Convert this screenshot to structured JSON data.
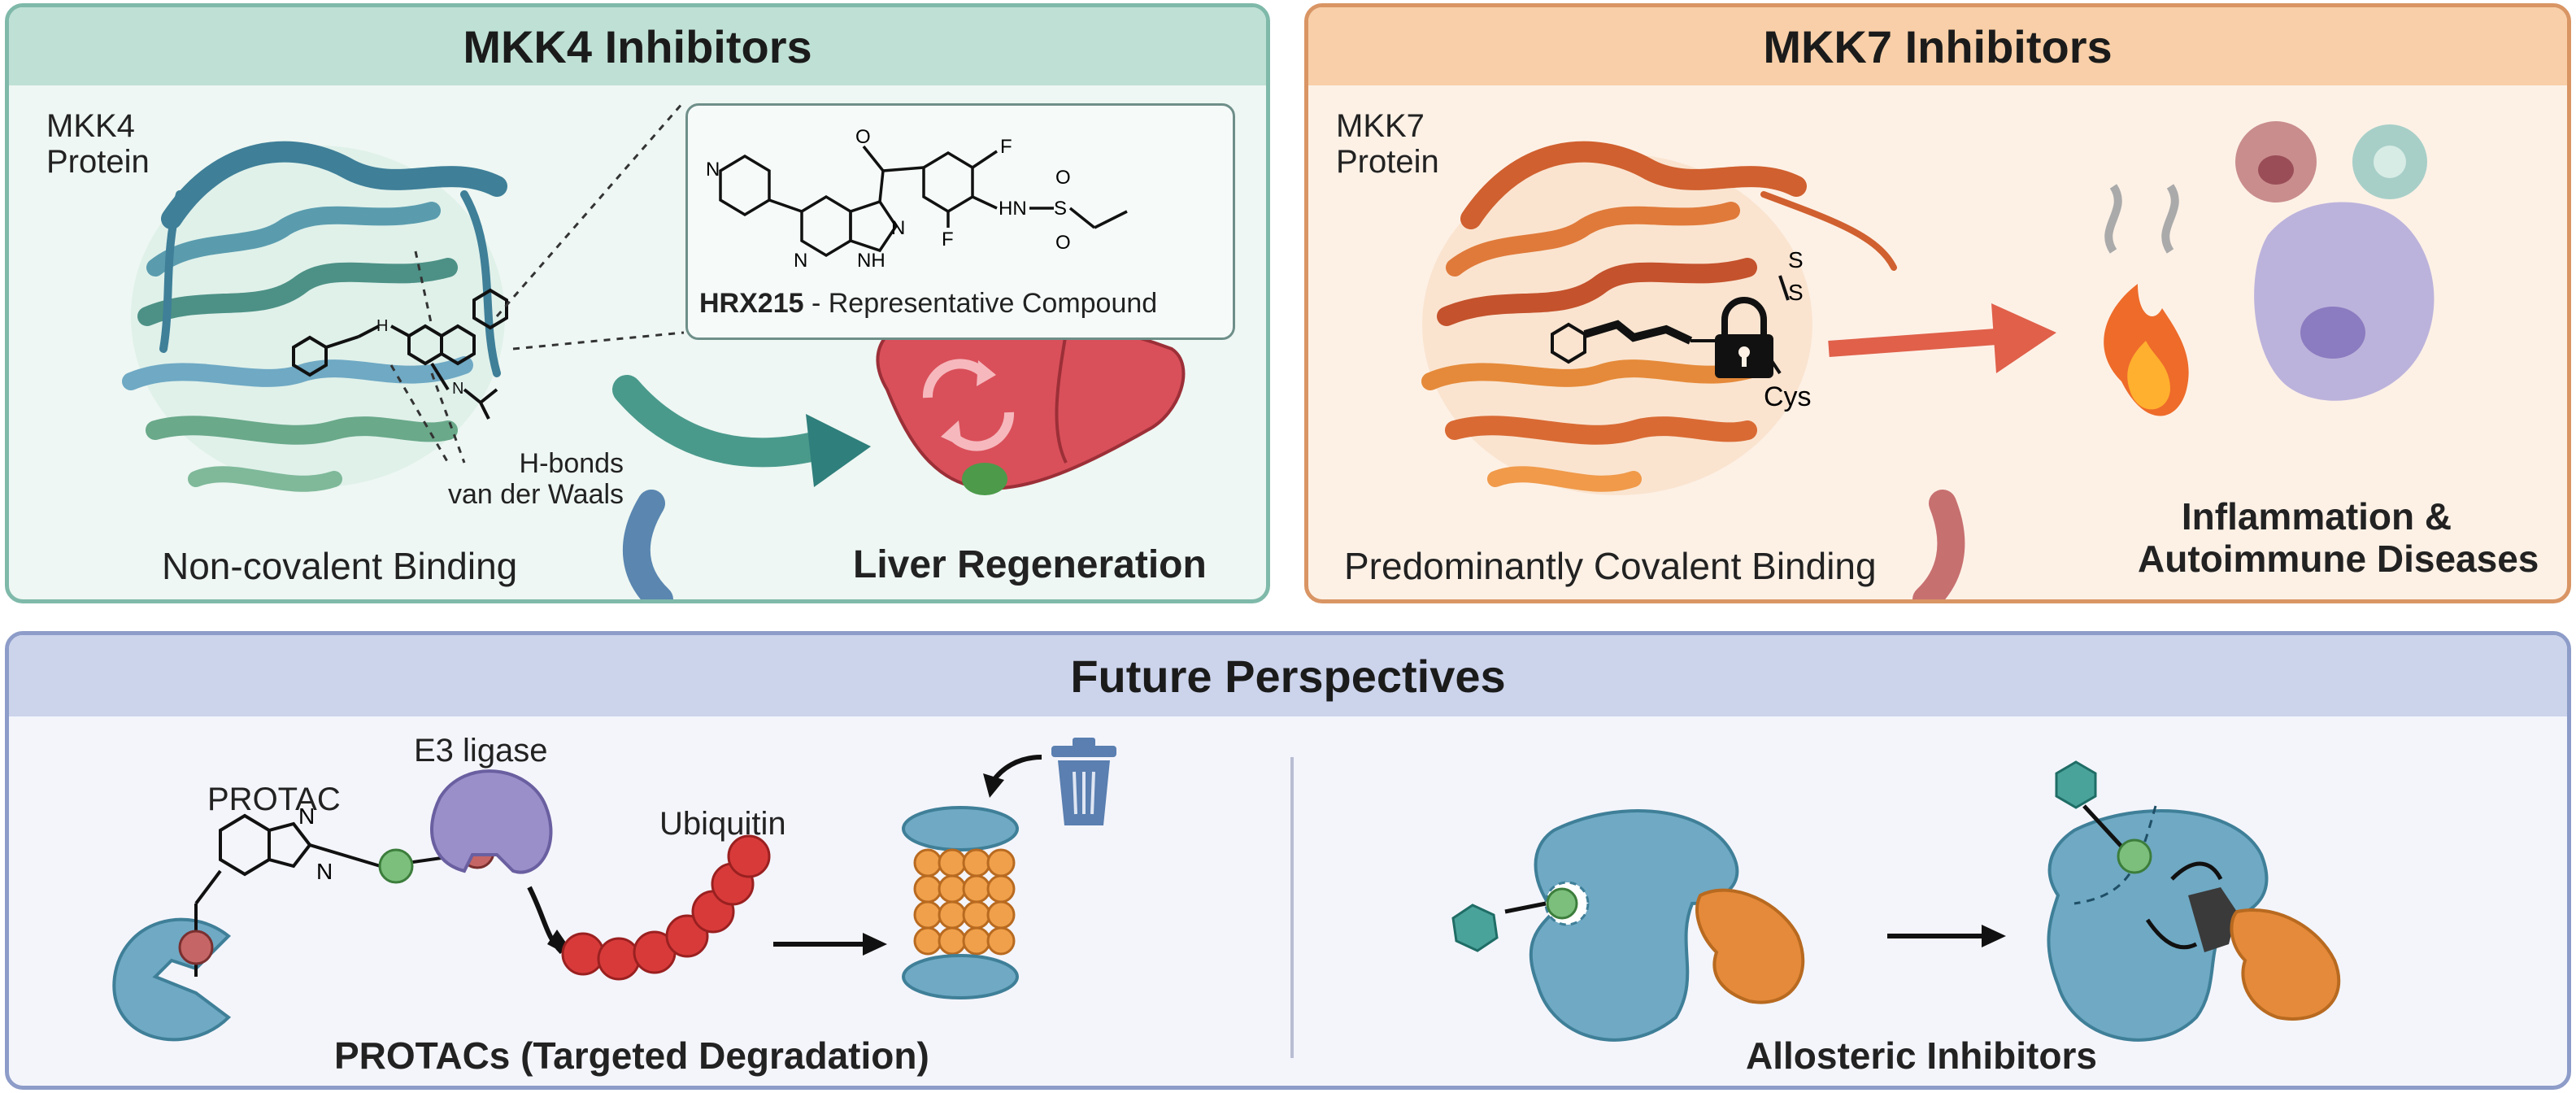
{
  "mkk4": {
    "title": "MKK4 Inhibitors",
    "protein_label_line1": "MKK4",
    "protein_label_line2": "Protein",
    "binding": "Non-covalent Binding",
    "interaction_line1": "H-bonds",
    "interaction_line2": "van der Waals",
    "compound_name": "HRX215",
    "compound_desc": " - Representative Compound",
    "outcome": "Liver Regeneration",
    "atoms": {
      "n": "N",
      "o": "O",
      "s": "S",
      "f": "F",
      "nh": "NH",
      "hn": "HN",
      "h": "H"
    }
  },
  "mkk7": {
    "title": "MKK7 Inhibitors",
    "protein_label_line1": "MKK7",
    "protein_label_line2": "Protein",
    "binding": "Predominantly Covalent Binding",
    "residue": "Cys",
    "sulfur": "S",
    "outcome_line1": "Inflammation &",
    "outcome_line2": "Autoimmune Diseases"
  },
  "future": {
    "title": "Future Perspectives",
    "protac": {
      "label": "PROTAC",
      "e3": "E3 ligase",
      "ubiquitin": "Ubiquitin",
      "caption": "PROTACs (Targeted Degradation)",
      "atom_n": "N"
    },
    "allosteric": {
      "caption": "Allosteric Inhibitors"
    }
  },
  "colors": {
    "mkk4_accent": "#7fb9a9",
    "mkk7_accent": "#d99564",
    "future_accent": "#8d9cc8",
    "protein_blue": "#6fa9c4",
    "partner_orange": "#e58a3a",
    "ubiquitin_red": "#d83a3a",
    "liver": "#d9505a"
  }
}
